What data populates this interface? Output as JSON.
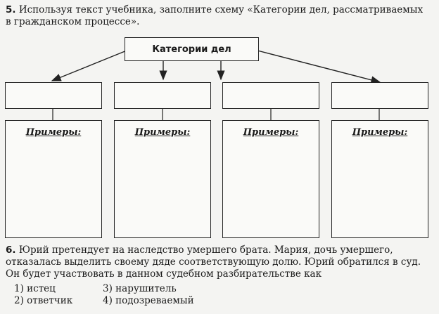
{
  "task5": {
    "number": "5.",
    "text": "Используя текст учебника, заполните схему «Категории дел, рассматриваемых в гражданском процессе»."
  },
  "diagram": {
    "root_label": "Категории дел",
    "columns": [
      {
        "examples_label": "Примеры:",
        "category": "",
        "examples": ""
      },
      {
        "examples_label": "Примеры:",
        "category": "",
        "examples": ""
      },
      {
        "examples_label": "Примеры:",
        "category": "",
        "examples": ""
      },
      {
        "examples_label": "Примеры:",
        "category": "",
        "examples": ""
      }
    ]
  },
  "task6": {
    "number": "6.",
    "text": "Юрий претендует на наследство умершего брата. Мария, дочь умершего, отказалась выделить своему дяде соответствующую долю. Юрий обратился в суд. Он будет участвовать в данном судебном разбирательстве как",
    "options": [
      "1) истец",
      "2) ответчик",
      "3) нарушитель",
      "4) подозреваемый"
    ]
  }
}
